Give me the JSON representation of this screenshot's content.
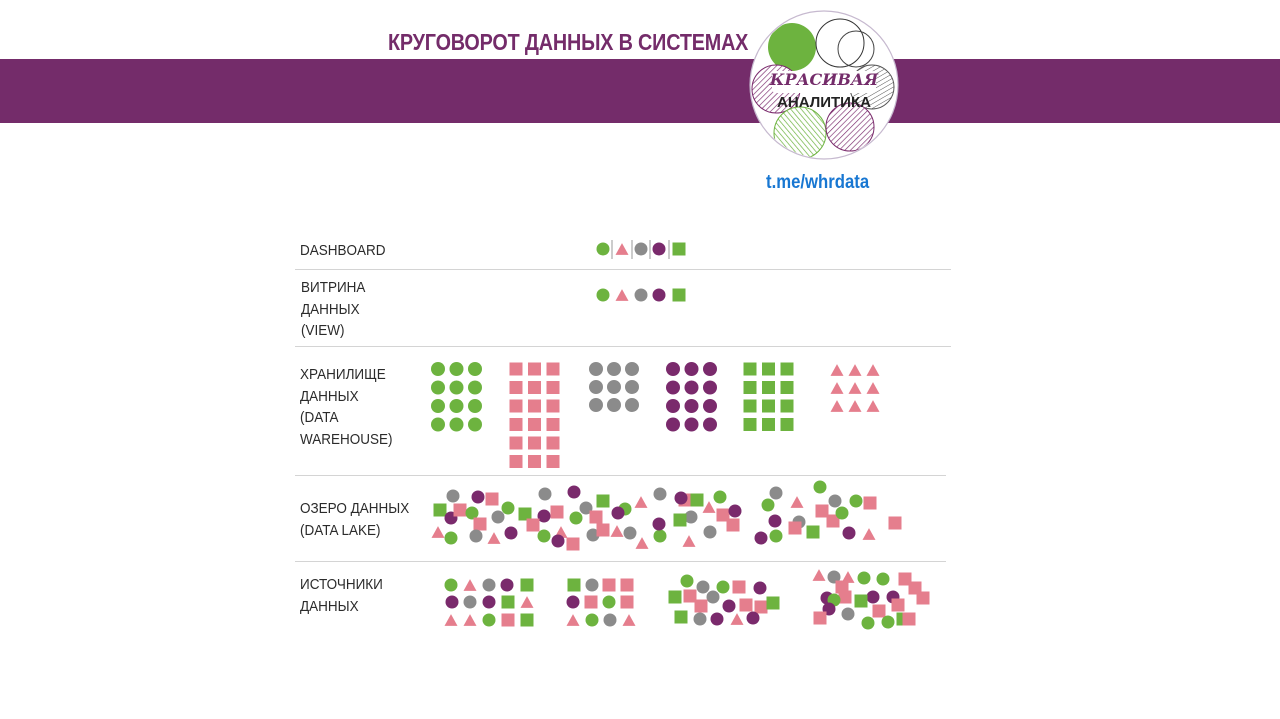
{
  "colors": {
    "band": "#742c6a",
    "title": "#742c6a",
    "link": "#1877d2",
    "green": "#6db33f",
    "pink": "#e57e8d",
    "gray": "#8b8b8b",
    "purple": "#7a2a6c",
    "logo_border": "#c6b9cf",
    "logo_dark": "#222222"
  },
  "header": {
    "title": "КРУГОВОРОТ ДАННЫХ В СИСТЕМАХ",
    "logo_line1": "КРАСИВАЯ",
    "logo_line2": "АНАЛИТИКА",
    "link": "t.me/whrdata"
  },
  "rows": [
    {
      "id": "dashboard",
      "label_lines": [
        "DASHBOARD"
      ]
    },
    {
      "id": "view",
      "label_lines": [
        "ВИТРИНА",
        "ДАННЫХ",
        "(VIEW)"
      ]
    },
    {
      "id": "warehouse",
      "label_lines": [
        "ХРАНИЛИЩЕ",
        "ДАННЫХ",
        "(DATA",
        "WAREHOUSE)"
      ]
    },
    {
      "id": "lake",
      "label_lines": [
        "ОЗЕРО ДАННЫХ",
        "(DATA LAKE)"
      ]
    },
    {
      "id": "sources",
      "label_lines": [
        "ИСТОЧНИКИ",
        "ДАННЫХ"
      ]
    }
  ]
}
